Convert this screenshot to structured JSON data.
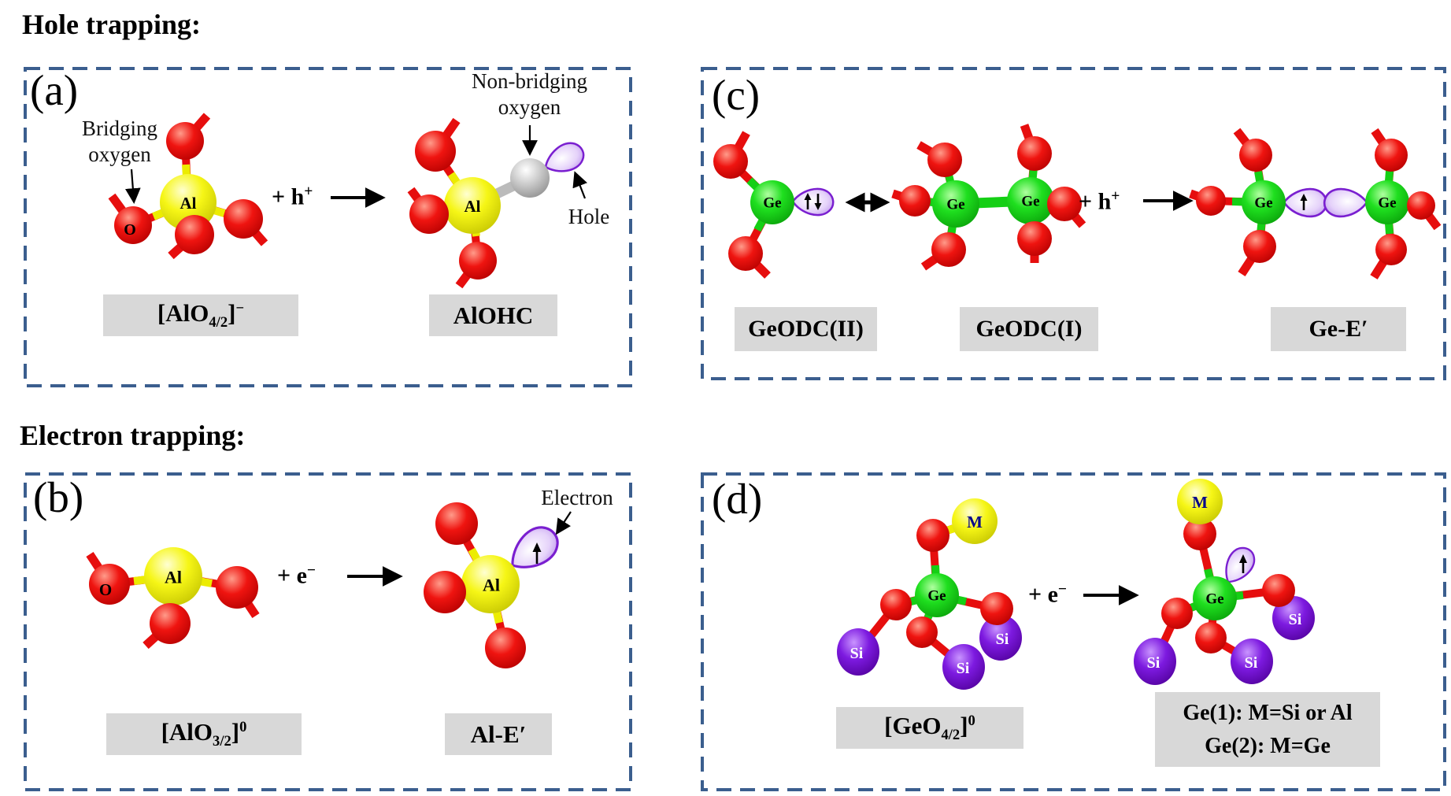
{
  "header": {
    "hole_title": "Hole trapping:",
    "electron_title": "Electron trapping:"
  },
  "atoms": {
    "al": "Al",
    "o": "O",
    "ge": "Ge",
    "si": "Si",
    "m": "M"
  },
  "panels": {
    "a": {
      "letter": "(a)",
      "bridging_line1": "Bridging",
      "bridging_line2": "oxygen",
      "nonbridging_line1": "Non-bridging",
      "nonbridging_line2": "oxygen",
      "hole_label": "Hole",
      "reaction_base": "+ h",
      "reaction_sup": "+",
      "reactant_pre": "[AlO",
      "reactant_sub": "4/2",
      "reactant_post": "]",
      "reactant_sup": "−",
      "product": "AlOHC"
    },
    "b": {
      "letter": "(b)",
      "electron_label": "Electron",
      "reaction_base": "+ e",
      "reaction_sup": "−",
      "reactant_pre": "[AlO",
      "reactant_sub": "3/2",
      "reactant_post": "]",
      "reactant_sup": "0",
      "product": "Al-E′"
    },
    "c": {
      "letter": "(c)",
      "reaction_base": "+ h",
      "reaction_sup": "+",
      "label_left": "GeODC(II)",
      "label_middle": "GeODC(I)",
      "label_right": "Ge-E′"
    },
    "d": {
      "letter": "(d)",
      "reaction_base": "+ e",
      "reaction_sup": "−",
      "reactant_pre": "[GeO",
      "reactant_sub": "4/2",
      "reactant_post": "]",
      "reactant_sup": "0",
      "product_line1": "Ge(1): M=Si or Al",
      "product_line2": "Ge(2): M=Ge"
    }
  },
  "colors": {
    "border": "#3b5e8e",
    "oxygen": "#e60e0e",
    "aluminum": "#f2f20a",
    "germanium": "#1cd91c",
    "silicon": "#7a15da",
    "nonbridging_oxygen": "#c3c3c3",
    "orbital_lobe_stroke": "#7a1fd0",
    "label_box": "#d8d8d8"
  }
}
